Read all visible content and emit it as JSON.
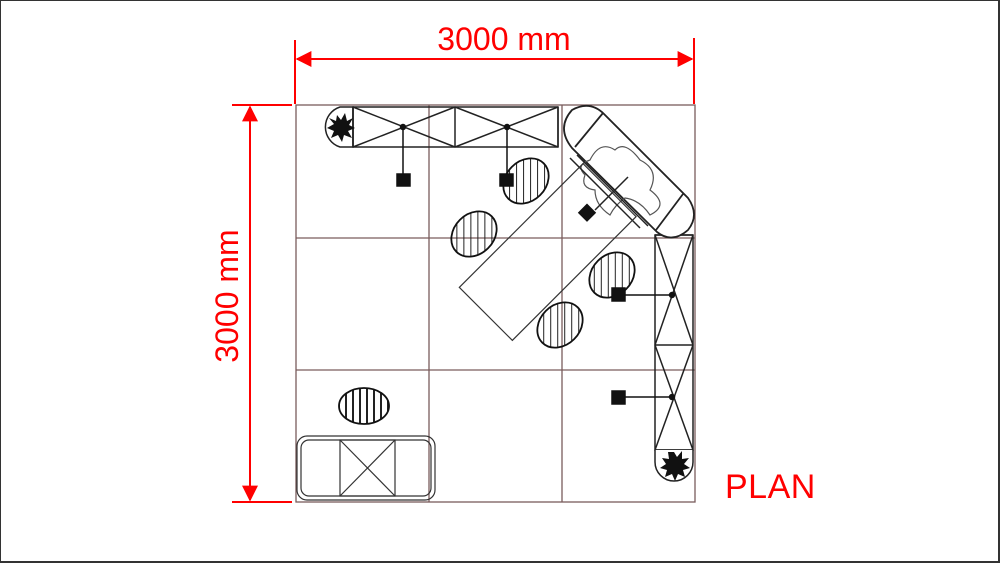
{
  "drawing": {
    "title": "PLAN",
    "width_label": "3000 mm",
    "depth_label": "3000 mm",
    "grid": {
      "columns": 3,
      "rows": 3
    },
    "colors": {
      "dimension": "#ff0000",
      "grid": "#7a5c5c",
      "furniture": "#222222",
      "frame": "#333333"
    },
    "elements": [
      {
        "name": "pop-up wall back",
        "orientation": "horizontal"
      },
      {
        "name": "pop-up wall corner",
        "orientation": "diagonal"
      },
      {
        "name": "pop-up wall side",
        "orientation": "vertical"
      },
      {
        "name": "spotlights",
        "count": 5
      },
      {
        "name": "plants",
        "count": 2
      },
      {
        "name": "meeting table",
        "chairs": 4
      },
      {
        "name": "reception counter",
        "chairs": 1
      },
      {
        "name": "fan / lamp",
        "count": 1
      }
    ]
  }
}
